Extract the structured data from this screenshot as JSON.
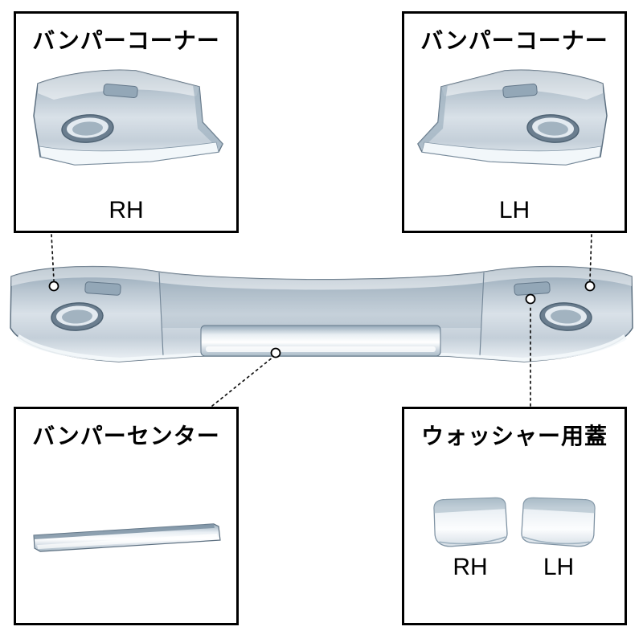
{
  "diagram": {
    "callouts": {
      "corner_rh": {
        "title": "バンパーコーナー",
        "side": "RH"
      },
      "corner_lh": {
        "title": "バンパーコーナー",
        "side": "LH"
      },
      "center": {
        "title": "バンパーセンター"
      },
      "washer": {
        "title": "ウォッシャー用蓋",
        "side_rh": "RH",
        "side_lh": "LH"
      }
    },
    "colors": {
      "background": "#ffffff",
      "box_border": "#000000",
      "text": "#000000",
      "chrome_dark": "#7d92a4",
      "chrome_mid": "#bcc9d4",
      "chrome_light": "#eef3f7",
      "chrome_white": "#ffffff"
    }
  }
}
